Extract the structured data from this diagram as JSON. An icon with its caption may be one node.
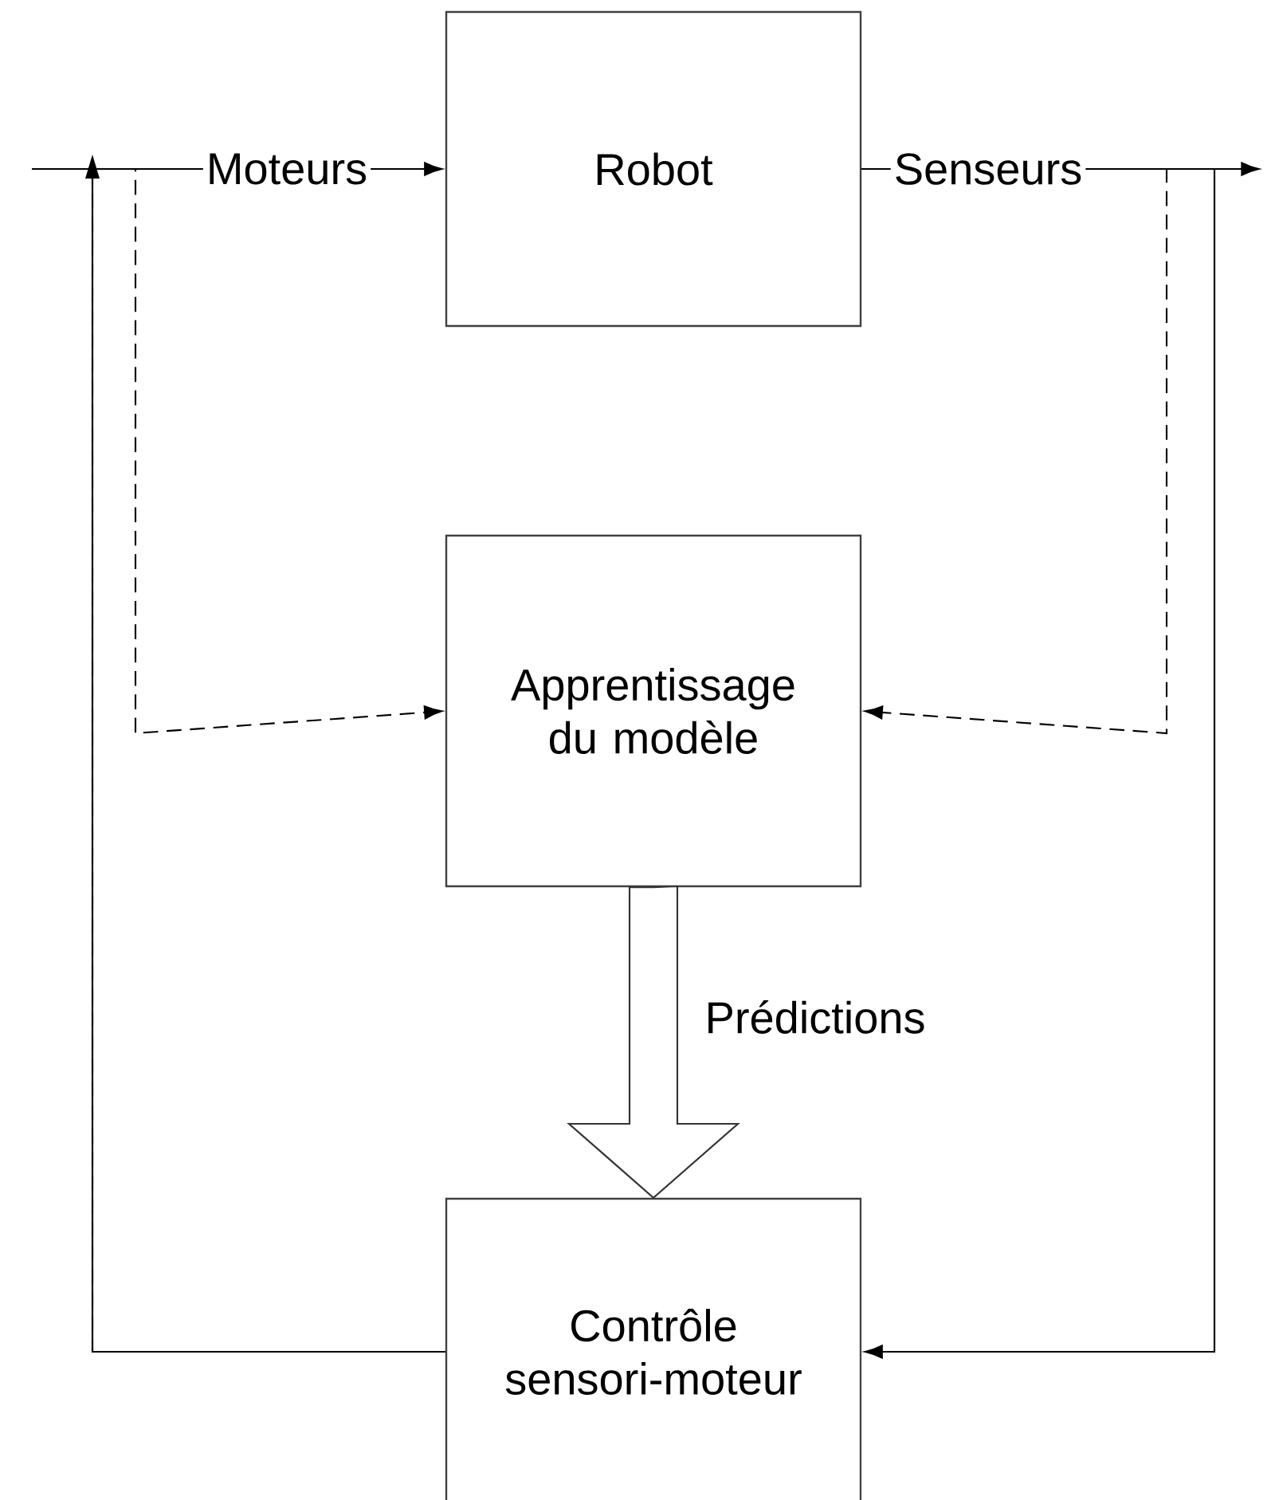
{
  "diagram": {
    "nodes": [
      {
        "text": [
          "Robot"
        ]
      },
      {
        "text": [
          "Apprentissage du modèle"
        ]
      },
      {
        "text": [
          "Contrôle sensori-moteur"
        ]
      }
    ],
    "edges": [
      {
        "from": 2,
        "to": 0,
        "arrow": "to",
        "label": "Moteurs"
      },
      {
        "from": 2,
        "to": 1,
        "arrow": "to",
        "style": "dashed"
      },
      {
        "from": 0,
        "to": null,
        "arrow": "to",
        "label": "Senseurs"
      },
      {
        "from": 0,
        "to": 1,
        "arrow": "to",
        "style": "dashed"
      },
      {
        "from": 0,
        "to": 2,
        "arrow": "to"
      },
      {
        "from": 1,
        "to": 2,
        "arrow": "to",
        "style": "thick",
        "label": "Prédictions"
      }
    ]
  }
}
